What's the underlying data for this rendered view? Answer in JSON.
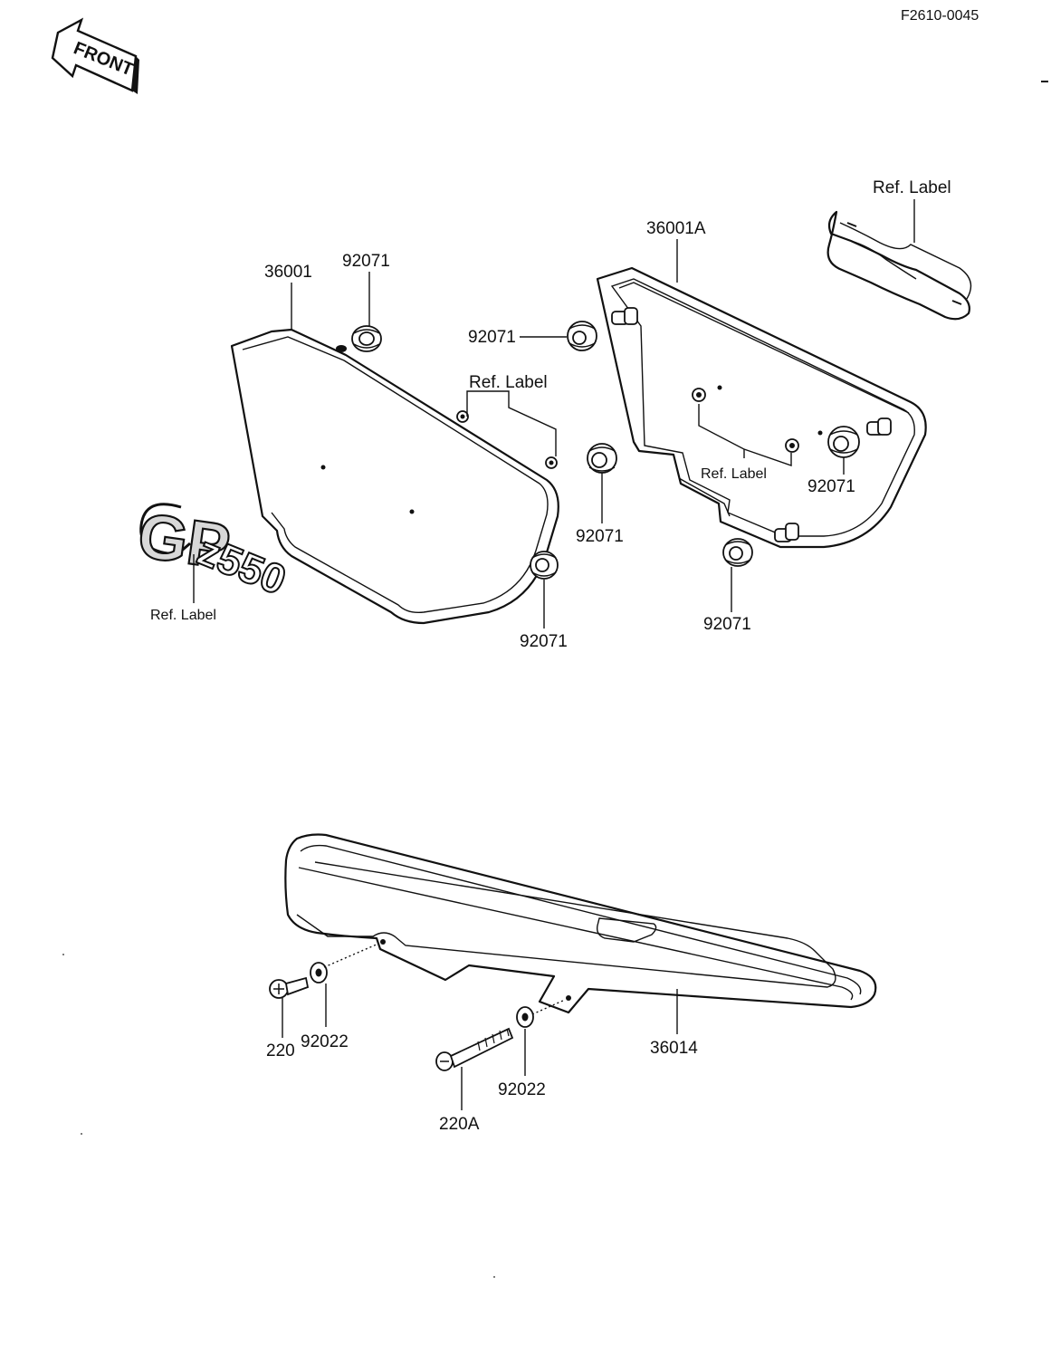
{
  "figure_code": "F2610-0045",
  "front_arrow": {
    "text": "FRONT"
  },
  "emblem": {
    "text_main": "GP",
    "text_sub": "z550"
  },
  "parts": {
    "left_side_cover": "36001",
    "right_side_cover": "36001A",
    "chain_cover": "36014",
    "grommet_a": "92071",
    "grommet_b": "92071",
    "grommet_c": "92071",
    "grommet_d": "92071",
    "grommet_e": "92071",
    "grommet_f": "92071",
    "washer_a": "92022",
    "washer_b": "92022",
    "bolt_short": "220",
    "bolt_long": "220A"
  },
  "labels": {
    "ref_label_emblem": "Ref.  Label",
    "ref_label_left_cover": "Ref.  Label",
    "ref_label_right_inner": "Ref. Label",
    "ref_label_right_top": "Ref.  Label"
  }
}
